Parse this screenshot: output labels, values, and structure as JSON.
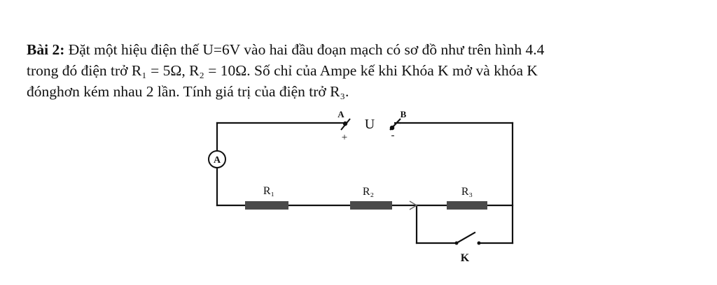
{
  "problem": {
    "label": "Bài 2:",
    "line1_rest": " Đặt một hiệu điện thế U=6V vào hai đầu đoạn mạch có sơ đồ như trên hình 4.4",
    "line2": "trong đó điện trở R₁ = 5Ω, R₂ = 10Ω. Số chỉ của Ampe kế khi Khóa K mở và khóa K",
    "line3": "đónghơn kém nhau 2 lần. Tính giá trị của điện trở R₃."
  },
  "circuit": {
    "terminal_a": "A",
    "terminal_b": "B",
    "source_label": "U",
    "plus_sign": "+",
    "minus_sign": "-",
    "ammeter": "A",
    "r1": "R₁",
    "r2": "R₂",
    "r3": "R₃",
    "switch": "K",
    "colors": {
      "wire": "#111111",
      "resistor": "#4a4a4a"
    }
  }
}
